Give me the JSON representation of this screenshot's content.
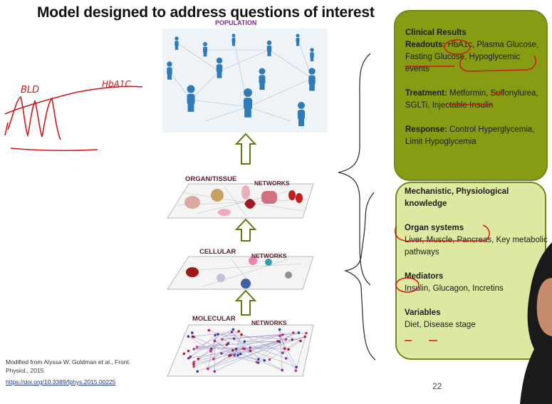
{
  "slide": {
    "title": "Model designed to address questions of interest",
    "page_number": "22"
  },
  "layers": {
    "population": "POPULATION",
    "organ_left": "ORGAN/TISSUE",
    "organ_right": "NETWORKS",
    "cellular_left": "CELLULAR",
    "cellular_right": "NETWORKS",
    "molecular_left": "MOLECULAR",
    "molecular_right": "NETWORKS"
  },
  "clinical": {
    "heading": "Clinical Results",
    "readouts_label": "Readouts:",
    "readouts_line1": "HbA1c, Plasma Glucose,",
    "readouts_line2": "Fasting Glucose, Hypoglycemic events",
    "treatment_label": "Treatment:",
    "treatment_line1": "Metformin, Sulfonylurea,",
    "treatment_line2": "SGLTi, Injectable Insulin",
    "response_label": "Response:",
    "response_line1": "Control Hyperglycemia,",
    "response_line2": "Limit Hypoglycemia"
  },
  "mechanistic": {
    "heading": "Mechanistic, Physiological knowledge",
    "organ_label": "Organ systems",
    "organ_line1": "Liver, Muscle, Pancreas, Key metabolic",
    "organ_line2": "pathways",
    "mediators_label": "Mediators",
    "mediators_line": "Insulin, Glucagon, Incretins",
    "variables_label": "Variables",
    "variables_line": "Diet, Disease stage"
  },
  "reference": {
    "line1": "Modified from Alyssa W. Goldman  et al., Front.",
    "line2": "Physiol., 2015",
    "link": "https://doi.org/10.3389/fphys.2015.00225"
  },
  "annotations": {
    "handwritten_left": "BLD",
    "handwritten_right": "HbA1C"
  },
  "colors": {
    "clinical_box": "#879c12",
    "mech_box": "#dde8a0",
    "ink": "#d01818",
    "arrow": "#5e7a10"
  }
}
